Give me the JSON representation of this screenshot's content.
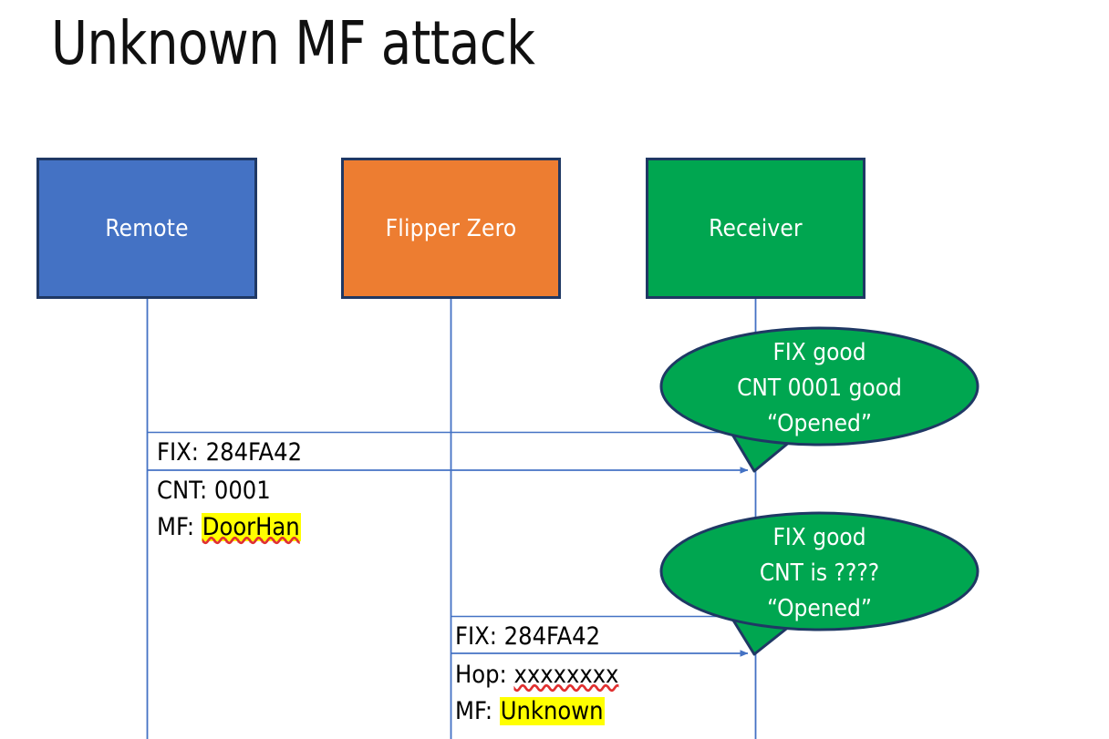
{
  "slide": {
    "title": "Unknown MF attack",
    "background": "#FFFFFF"
  },
  "colors": {
    "remote_fill": "#4472C4",
    "flipper_fill": "#ED7D31",
    "receiver_fill": "#00A650",
    "box_border": "#1F3864",
    "connector": "#4472C4",
    "highlight": "#FFFF00",
    "spellcheck_underline": "#E03030",
    "text": "#000000",
    "box_label": "#FFFFFF"
  },
  "actors": [
    {
      "id": "remote",
      "label": "Remote",
      "fill": "#4472C4"
    },
    {
      "id": "flipper",
      "label": "Flipper Zero",
      "fill": "#ED7D31"
    },
    {
      "id": "receiver",
      "label": "Receiver",
      "fill": "#00A650"
    }
  ],
  "messages": [
    {
      "id": "msg1",
      "from": "remote",
      "to": "receiver",
      "above_label": "FIX: 284FA42",
      "lines": [
        {
          "prefix": "CNT: ",
          "value": "0001",
          "highlight": false,
          "spellcheck": false
        },
        {
          "prefix": "MF: ",
          "value": "DoorHan",
          "highlight": true,
          "spellcheck": true
        }
      ]
    },
    {
      "id": "msg2",
      "from": "flipper",
      "to": "receiver",
      "above_label": "FIX: 284FA42",
      "lines": [
        {
          "prefix": "Hop: ",
          "value": "xxxxxxxx",
          "highlight": false,
          "spellcheck": true
        },
        {
          "prefix": "MF: ",
          "value": "Unknown",
          "highlight": true,
          "spellcheck": false
        }
      ]
    }
  ],
  "callouts": [
    {
      "id": "bubble1",
      "anchor": "msg1",
      "fill": "#00A650",
      "lines": [
        "FIX good",
        "CNT 0001 good",
        "“Opened”"
      ]
    },
    {
      "id": "bubble2",
      "anchor": "msg2",
      "fill": "#00A650",
      "lines": [
        "FIX good",
        "CNT is ????",
        "“Opened”"
      ]
    }
  ]
}
